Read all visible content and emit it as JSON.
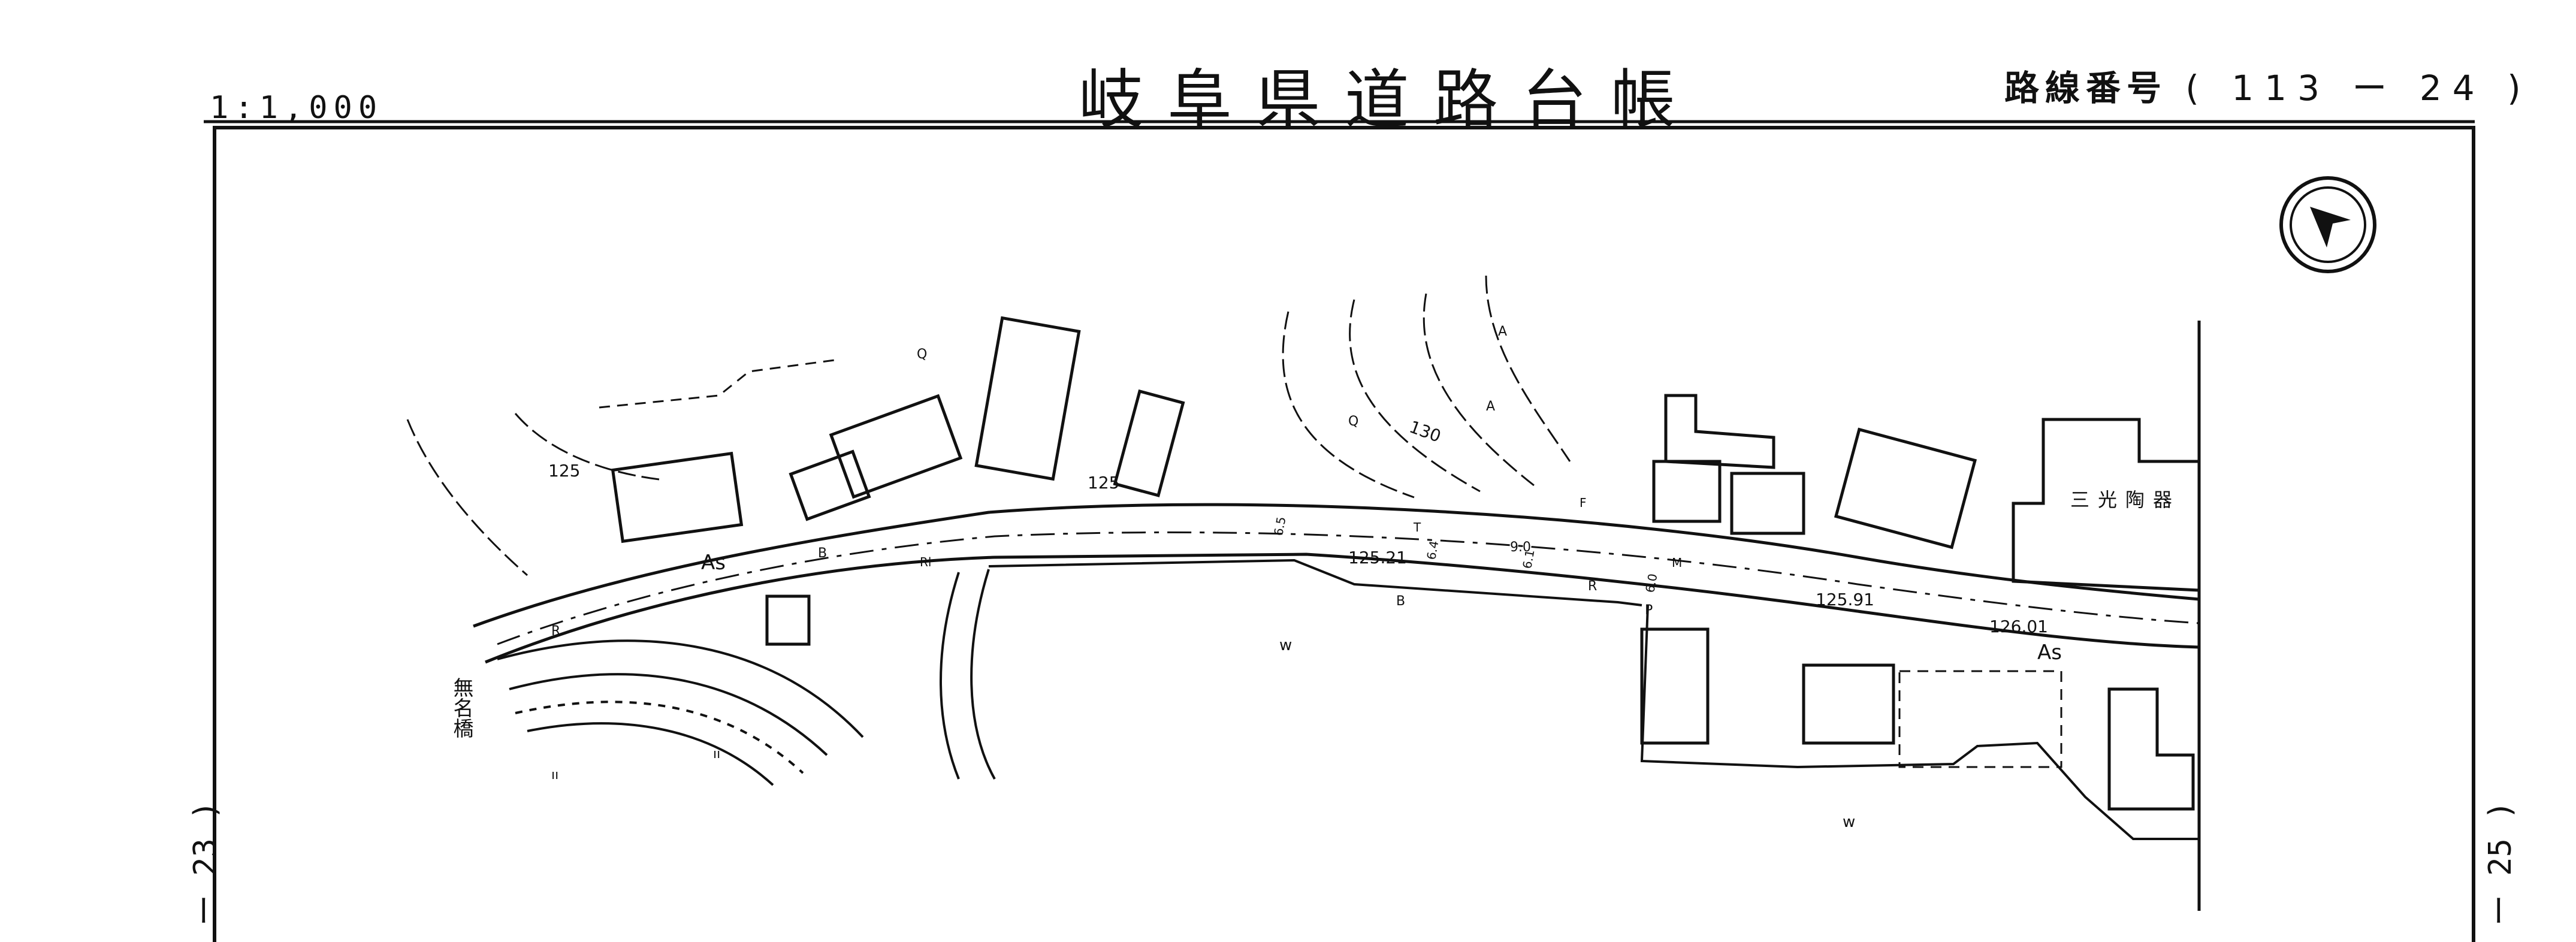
{
  "header": {
    "title": "岐阜県道路台帳",
    "scale": "1:1,000",
    "route_label": "路線番号",
    "route_number": "( 113 ー 24 )"
  },
  "edges": {
    "left": "ー 23 )",
    "right": "ー 25 )"
  },
  "map": {
    "road_surface": "As",
    "elevations": [
      "125",
      "130",
      "125",
      "125.21",
      "125.91",
      "126.01"
    ],
    "building_label": "三光陶器",
    "bridge_label": "無名橋",
    "water_symbol": "w",
    "mark_b": "B",
    "mark_r": "R",
    "mark_p": "P",
    "mark_f": "F",
    "mark_t": "T",
    "mark_m": "M",
    "mark_a": "A",
    "mark_q": "Q",
    "mark_rr": "Rl",
    "tilt_labels": [
      "6.5",
      "6.4",
      "9.0",
      "6.1",
      "6.0"
    ],
    "field_marks": [
      "ıı",
      "ıı"
    ]
  },
  "icons": {
    "north_arrow": "north-arrow-icon"
  }
}
